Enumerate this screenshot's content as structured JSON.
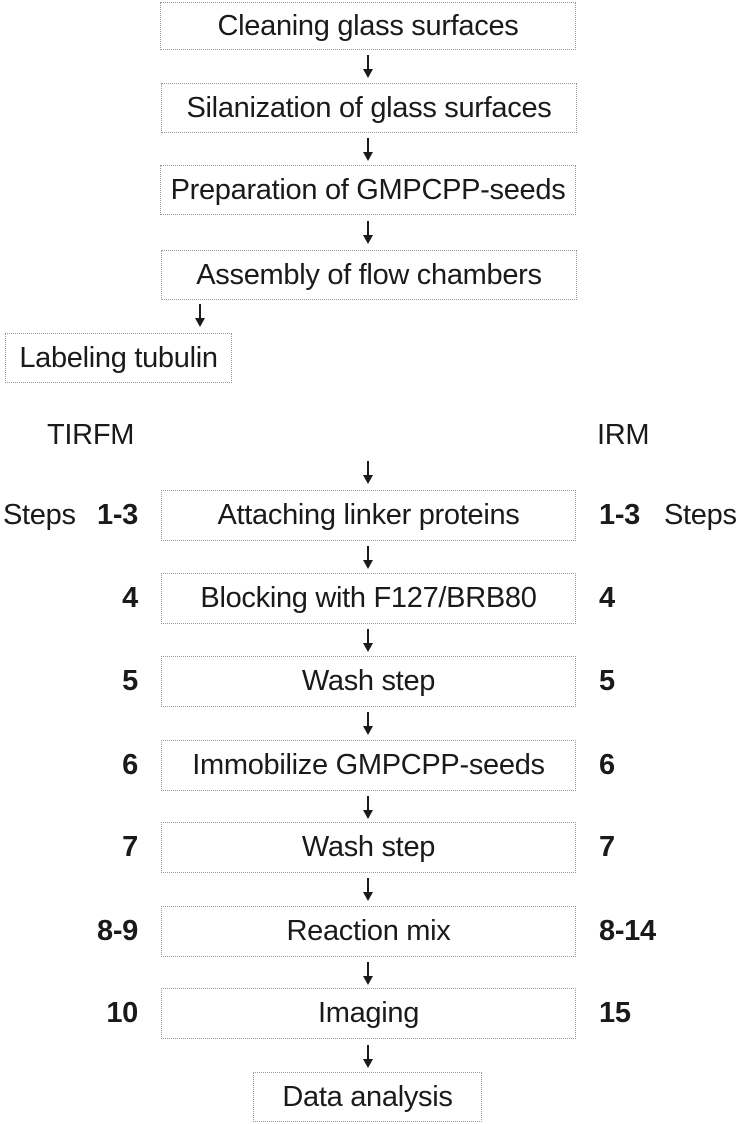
{
  "figure": {
    "colors": {
      "background": "#ffffff",
      "text": "#1a1a1a",
      "box_border": "#999999",
      "arrow": "#1a1a1a"
    },
    "prep_steps": [
      "Cleaning glass surfaces",
      "Silanization of glass surfaces",
      "Preparation of GMPCPP-seeds",
      "Assembly of flow chambers",
      "Labeling tubulin"
    ],
    "columns": {
      "left_header": "TIRFM",
      "right_header": "IRM",
      "left_steps_word": "Steps",
      "right_steps_word": "Steps"
    },
    "protocol_rows": [
      {
        "tirfm_steps": "1-3",
        "label": "Attaching linker proteins",
        "irm_steps": "1-3"
      },
      {
        "tirfm_steps": "4",
        "label": "Blocking with F127/BRB80",
        "irm_steps": "4"
      },
      {
        "tirfm_steps": "5",
        "label": "Wash step",
        "irm_steps": "5"
      },
      {
        "tirfm_steps": "6",
        "label": "Immobilize GMPCPP-seeds",
        "irm_steps": "6"
      },
      {
        "tirfm_steps": "7",
        "label": "Wash step",
        "irm_steps": "7"
      },
      {
        "tirfm_steps": "8-9",
        "label": "Reaction mix",
        "irm_steps": "8-14"
      },
      {
        "tirfm_steps": "10",
        "label": "Imaging",
        "irm_steps": "15"
      }
    ],
    "final_step": "Data analysis"
  }
}
